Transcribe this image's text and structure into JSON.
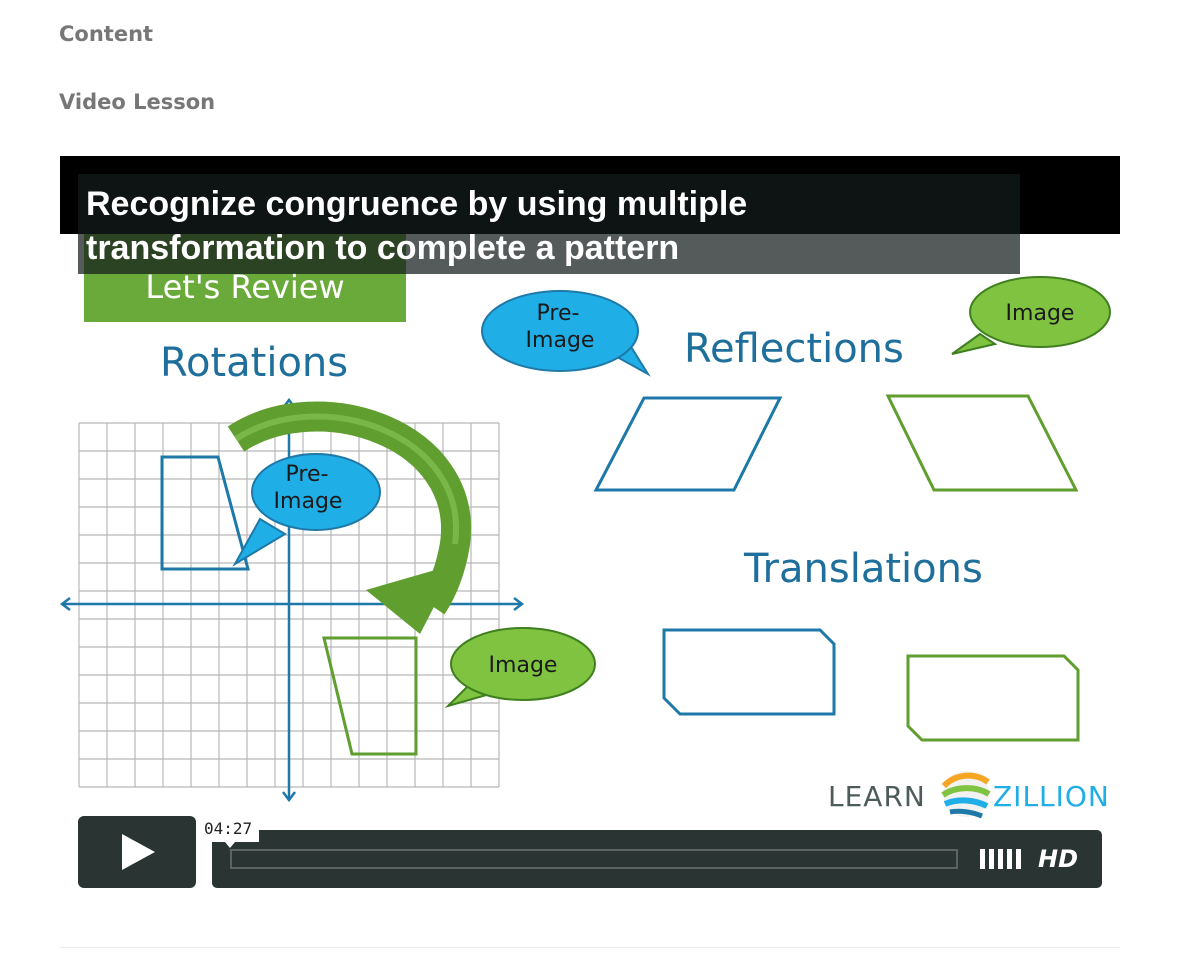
{
  "page": {
    "content_heading": "Content",
    "video_lesson_heading": "Video Lesson"
  },
  "video": {
    "title_line1": "Recognize congruence by using multiple",
    "title_line2": "transformation to complete a pattern",
    "current_time": "04:27",
    "hd_label": "HD",
    "progress_fraction": 0,
    "slide": {
      "banner": "Let's Review",
      "rotations_label": "Rotations",
      "reflections_label": "Reflections",
      "translations_label": "Translations",
      "bubble_preimage_line1": "Pre-",
      "bubble_preimage_line2": "Image",
      "bubble_image": "Image",
      "logo_left": "LEARN",
      "logo_right": "ZILLION"
    },
    "colors": {
      "blue_shape": "#1e78a8",
      "green_shape": "#5f9e2f",
      "bubble_blue": "#1faee6",
      "bubble_green": "#80c341",
      "banner_green": "#6aaa3a",
      "label_blue": "#1f6f9c"
    },
    "icons": {
      "play": "play-icon",
      "volume": "volume-icon",
      "hd": "hd-icon"
    }
  }
}
